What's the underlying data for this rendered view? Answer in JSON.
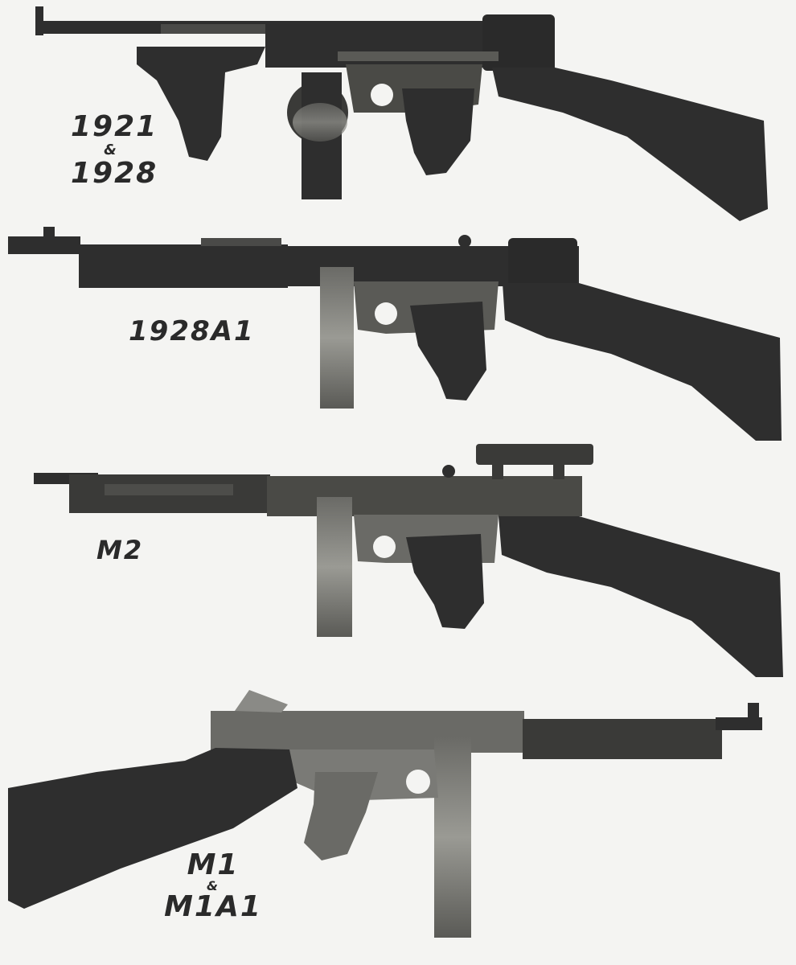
{
  "image": {
    "description": "Scanned black-and-white photograph of four Thompson submachine gun variants with handwritten model labels",
    "background_color": "#f4f4f2",
    "gun_color": "#2e2e2e",
    "metal_highlight_color": "#8a8a86"
  },
  "guns": [
    {
      "label_line1": "1921",
      "label_amp": "&",
      "label_line2": "1928",
      "magazine": "drum",
      "orientation": "muzzle-left"
    },
    {
      "label": "1928A1",
      "magazine": "stick",
      "orientation": "muzzle-left"
    },
    {
      "label": "M2",
      "magazine": "stick",
      "optic": "scope",
      "orientation": "muzzle-left"
    },
    {
      "label_line1": "M1",
      "label_amp": "&",
      "label_line2": "M1A1",
      "magazine": "stick",
      "orientation": "muzzle-right"
    }
  ]
}
